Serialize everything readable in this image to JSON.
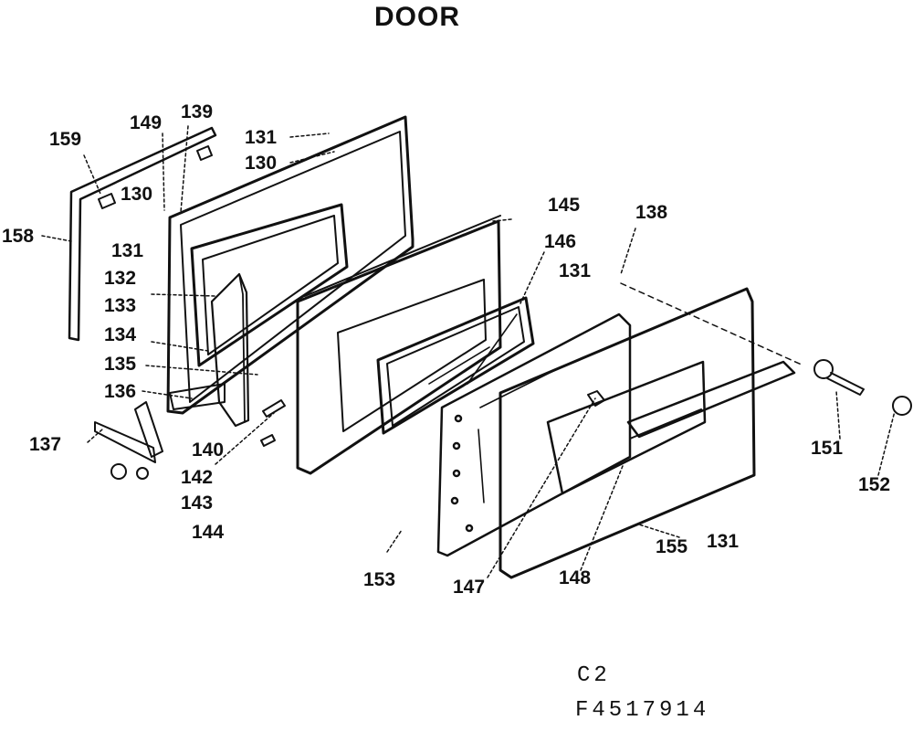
{
  "title": "DOOR",
  "callouts": {
    "p159": "159",
    "p149": "149",
    "p139": "139",
    "p131_top": "131",
    "p130_top": "130",
    "p130_left": "130",
    "p158": "158",
    "p131_left": "131",
    "p132": "132",
    "p133": "133",
    "p134": "134",
    "p135": "135",
    "p136": "136",
    "p137": "137",
    "p140": "140",
    "p142": "142",
    "p143": "143",
    "p144": "144",
    "p145": "145",
    "p146": "146",
    "p131_mid": "131",
    "p138": "138",
    "p151": "151",
    "p152": "152",
    "p153": "153",
    "p147": "147",
    "p148": "148",
    "p155": "155",
    "p131_bottom": "131"
  },
  "catalog": {
    "page_code": "C2",
    "part_code": "F4517914"
  }
}
